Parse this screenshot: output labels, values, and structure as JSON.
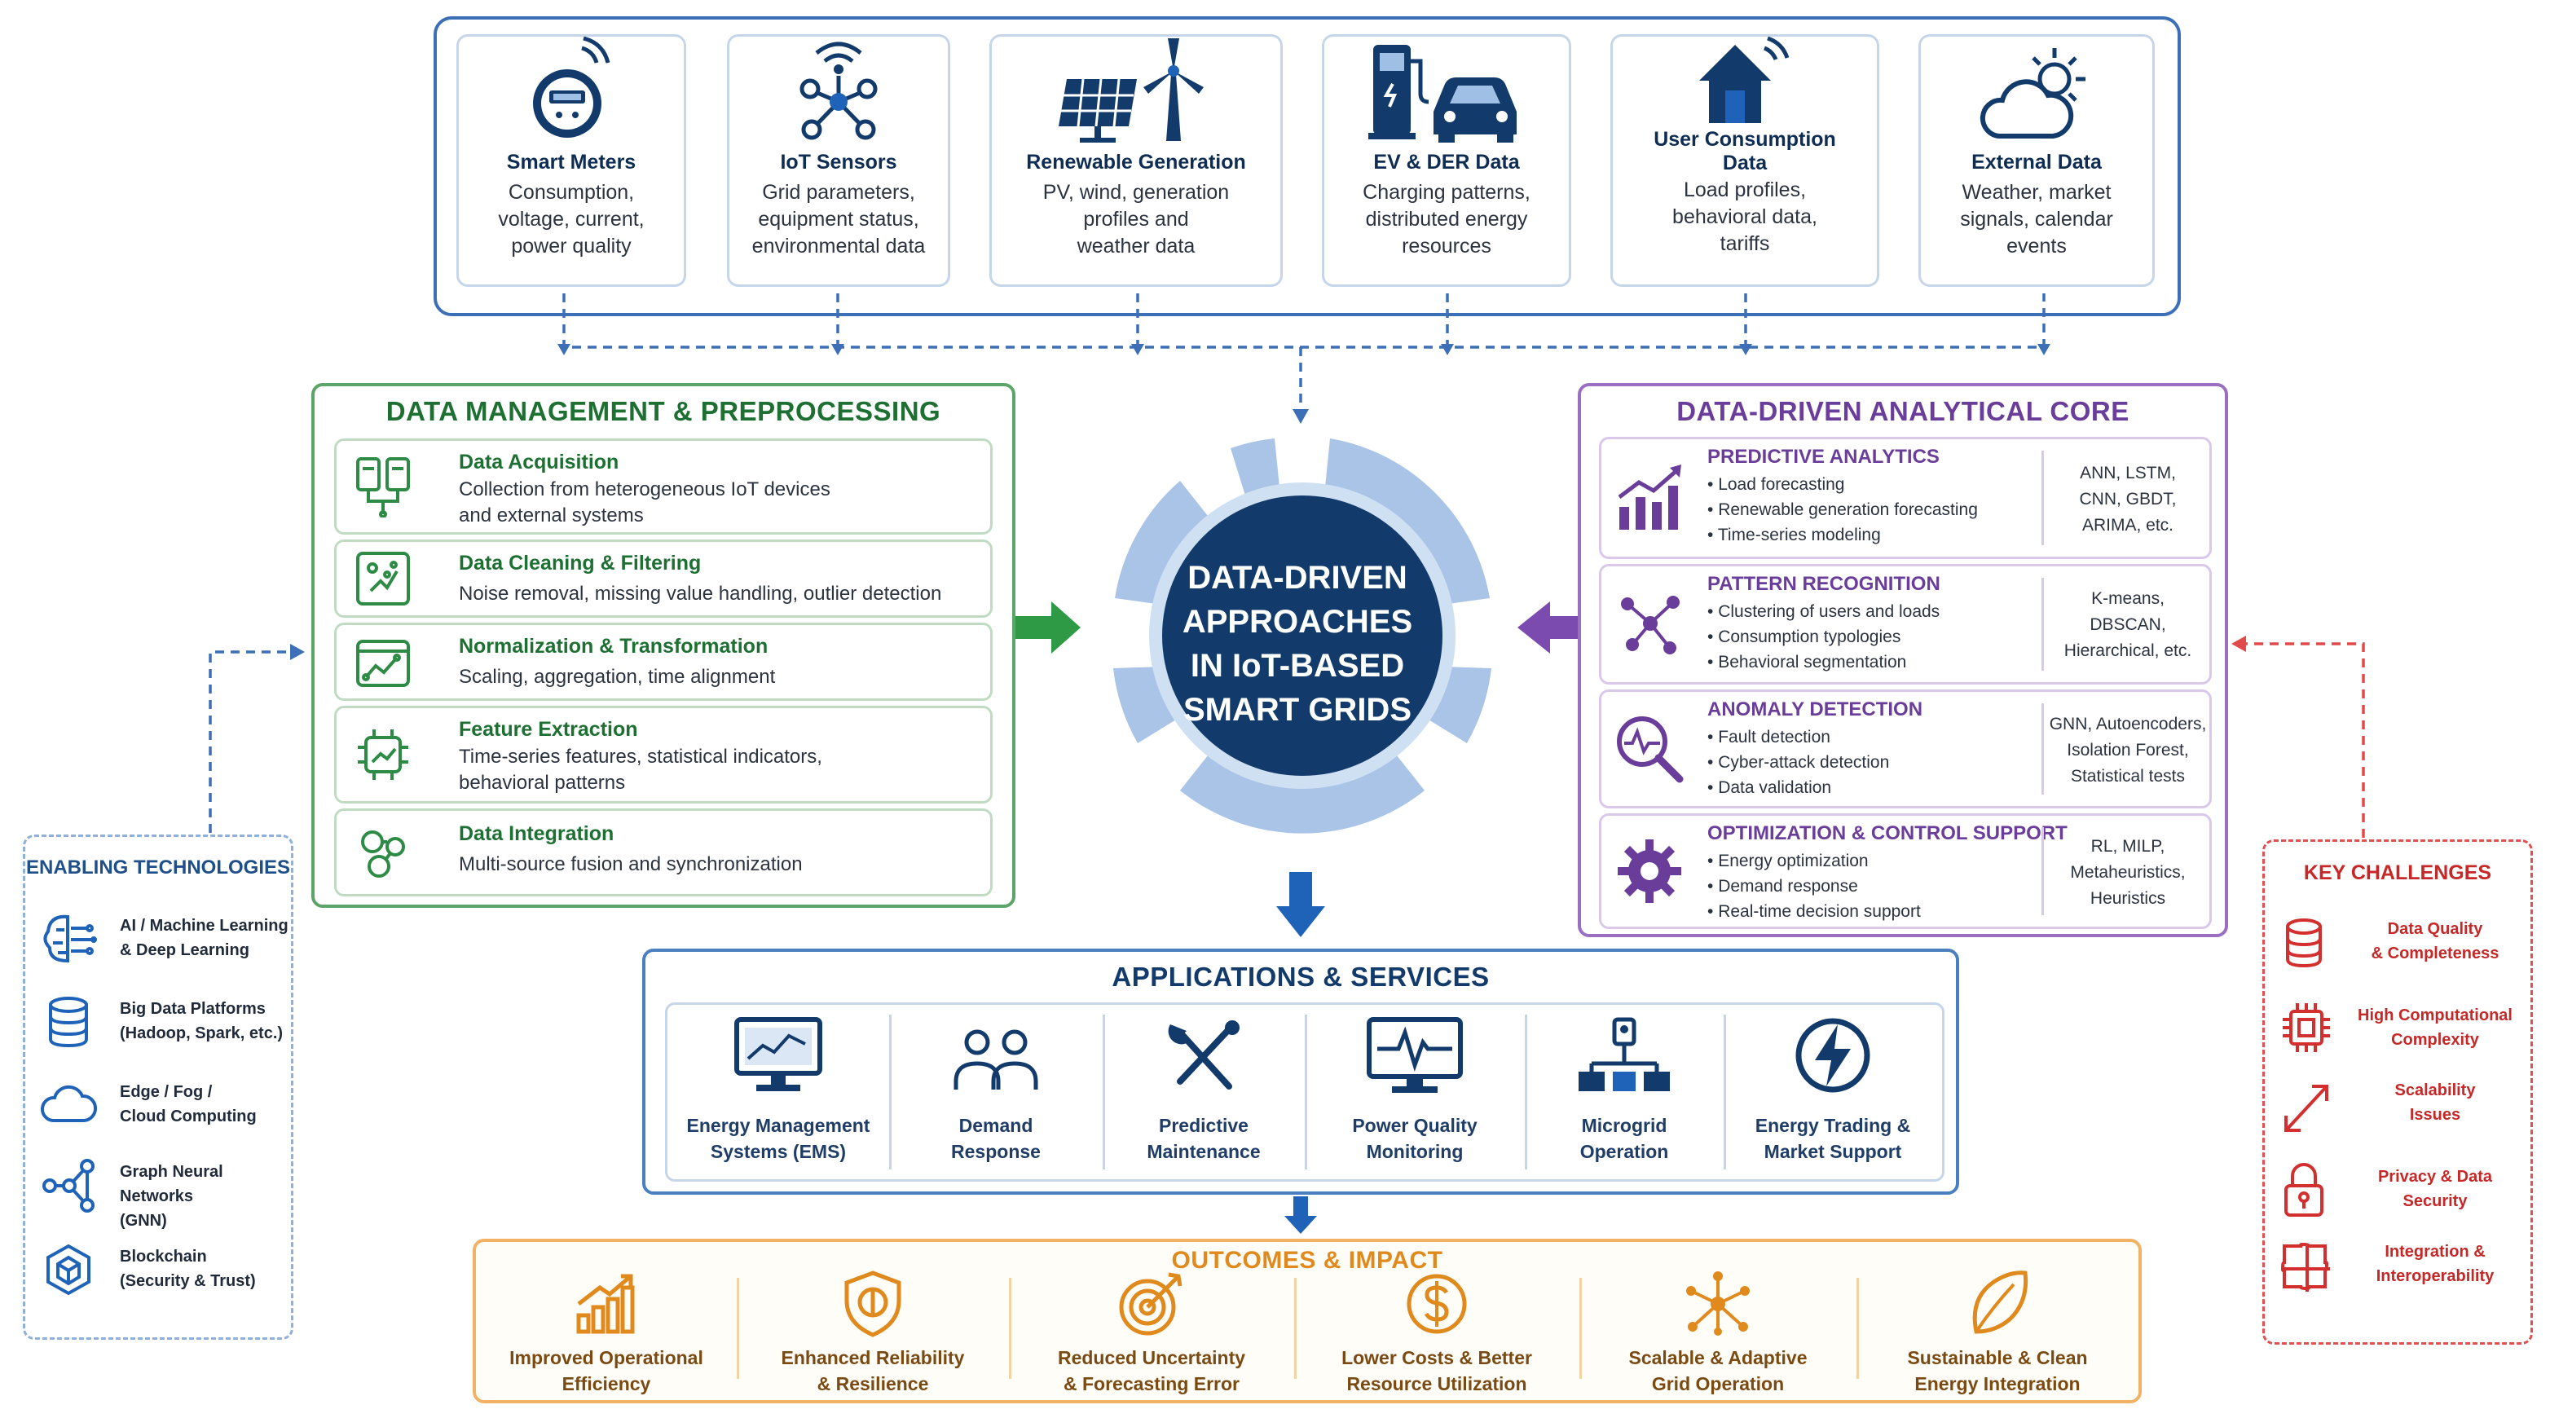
{
  "data_sources": [
    {
      "title": "Smart Meters",
      "desc": [
        "Consumption,",
        "voltage, current,",
        "power quality"
      ],
      "icon": "smart-meter-icon"
    },
    {
      "title": "IoT Sensors",
      "desc": [
        "Grid parameters,",
        "equipment status,",
        "environmental data"
      ],
      "icon": "iot-network-icon"
    },
    {
      "title": "Renewable Generation",
      "desc": [
        "PV, wind, generation",
        "profiles and",
        "weather data"
      ],
      "icon": "solar-wind-icon"
    },
    {
      "title": "EV & DER Data",
      "desc": [
        "Charging patterns,",
        "distributed energy",
        "resources"
      ],
      "icon": "ev-charger-icon"
    },
    {
      "title": "User Consumption",
      "title2": "Data",
      "desc": [
        "Load profiles,",
        "behavioral data,",
        "tariffs"
      ],
      "icon": "smart-home-icon"
    },
    {
      "title": "External Data",
      "desc": [
        "Weather, market",
        "signals, calendar",
        "events"
      ],
      "icon": "weather-icon"
    }
  ],
  "data_management": {
    "heading": "DATA MANAGEMENT & PREPROCESSING",
    "items": [
      {
        "title": "Data Acquisition",
        "desc": [
          "Collection from heterogeneous IoT devices",
          "and external systems"
        ],
        "icon": "acquisition-icon"
      },
      {
        "title": "Data Cleaning & Filtering",
        "desc": [
          "Noise removal, missing value handling, outlier detection"
        ],
        "icon": "cleaning-icon"
      },
      {
        "title": "Normalization & Transformation",
        "desc": [
          "Scaling, aggregation, time alignment"
        ],
        "icon": "normalization-icon"
      },
      {
        "title": "Feature Extraction",
        "desc": [
          "Time-series features, statistical indicators,",
          "behavioral patterns"
        ],
        "icon": "feature-icon"
      },
      {
        "title": "Data Integration",
        "desc": [
          "Multi-source fusion and synchronization"
        ],
        "icon": "integration-icon"
      }
    ]
  },
  "hub": {
    "lines": [
      "DATA-DRIVEN",
      "APPROACHES",
      "IN IoT-BASED",
      "SMART GRIDS"
    ]
  },
  "analytical_core": {
    "heading": "DATA-DRIVEN ANALYTICAL CORE",
    "items": [
      {
        "title": "PREDICTIVE ANALYTICS",
        "bullets": [
          "Load forecasting",
          "Renewable generation forecasting",
          "Time-series modeling"
        ],
        "methods": [
          "ANN, LSTM,",
          "CNN, GBDT,",
          "ARIMA, etc."
        ],
        "icon": "bar-trend-icon"
      },
      {
        "title": "PATTERN RECOGNITION",
        "bullets": [
          "Clustering of users and loads",
          "Consumption typologies",
          "Behavioral segmentation"
        ],
        "methods": [
          "K-means,",
          "DBSCAN,",
          "Hierarchical, etc."
        ],
        "icon": "cluster-icon"
      },
      {
        "title": "ANOMALY DETECTION",
        "bullets": [
          "Fault detection",
          "Cyber-attack detection",
          "Data validation"
        ],
        "methods": [
          "GNN, Autoencoders,",
          "Isolation Forest,",
          "Statistical tests"
        ],
        "icon": "magnifier-pulse-icon"
      },
      {
        "title": "OPTIMIZATION & CONTROL SUPPORT",
        "bullets": [
          "Energy optimization",
          "Demand response",
          "Real-time decision support"
        ],
        "methods": [
          "RL, MILP,",
          "Metaheuristics,",
          "Heuristics"
        ],
        "icon": "gear-icon"
      }
    ]
  },
  "enabling": {
    "heading": "ENABLING TECHNOLOGIES",
    "items": [
      {
        "label": [
          "AI / Machine Learning",
          "& Deep Learning"
        ],
        "icon": "brain-icon"
      },
      {
        "label": [
          "Big Data Platforms",
          "(Hadoop, Spark, etc.)"
        ],
        "icon": "database-icon"
      },
      {
        "label": [
          "Edge / Fog /",
          "Cloud Computing"
        ],
        "icon": "cloud-icon"
      },
      {
        "label": [
          "Graph Neural Networks",
          "(GNN)"
        ],
        "icon": "graph-icon"
      },
      {
        "label": [
          "Blockchain",
          "(Security & Trust)"
        ],
        "icon": "blockchain-icon"
      }
    ]
  },
  "challenges": {
    "heading": "KEY CHALLENGES",
    "items": [
      {
        "label": [
          "Data Quality",
          "& Completeness"
        ],
        "icon": "database-icon"
      },
      {
        "label": [
          "High Computational",
          "Complexity"
        ],
        "icon": "chip-icon"
      },
      {
        "label": [
          "Scalability",
          "Issues"
        ],
        "icon": "expand-arrows-icon"
      },
      {
        "label": [
          "Privacy & Data",
          "Security"
        ],
        "icon": "lock-icon"
      },
      {
        "label": [
          "Integration &",
          "Interoperability"
        ],
        "icon": "puzzle-icon"
      }
    ]
  },
  "applications": {
    "heading": "APPLICATIONS & SERVICES",
    "items": [
      {
        "label": [
          "Energy Management",
          "Systems (EMS)"
        ],
        "icon": "monitor-chart-icon"
      },
      {
        "label": [
          "Demand",
          "Response"
        ],
        "icon": "people-icon"
      },
      {
        "label": [
          "Predictive",
          "Maintenance"
        ],
        "icon": "tools-icon"
      },
      {
        "label": [
          "Power Quality",
          "Monitoring"
        ],
        "icon": "monitor-pulse-icon"
      },
      {
        "label": [
          "Microgrid",
          "Operation"
        ],
        "icon": "microgrid-icon"
      },
      {
        "label": [
          "Energy Trading &",
          "Market Support"
        ],
        "icon": "lightning-icon"
      }
    ]
  },
  "outcomes": {
    "heading": "OUTCOMES & IMPACT",
    "items": [
      {
        "label": [
          "Improved Operational",
          "Efficiency"
        ],
        "icon": "growth-bars-icon"
      },
      {
        "label": [
          "Enhanced Reliability",
          "& Resilience"
        ],
        "icon": "shield-icon"
      },
      {
        "label": [
          "Reduced Uncertainty",
          "& Forecasting Error"
        ],
        "icon": "target-icon"
      },
      {
        "label": [
          "Lower Costs & Better",
          "Resource Utilization"
        ],
        "icon": "dollar-icon"
      },
      {
        "label": [
          "Scalable & Adaptive",
          "Grid Operation"
        ],
        "icon": "network-icon"
      },
      {
        "label": [
          "Sustainable & Clean",
          "Energy Integration"
        ],
        "icon": "leaf-icon"
      }
    ]
  },
  "colors": {
    "blue": "#3c6fb6",
    "navy": "#123b6b",
    "green": "#2e8b45",
    "purple": "#6a3d9a",
    "red": "#d32f2f",
    "orange": "#e08a1e"
  }
}
